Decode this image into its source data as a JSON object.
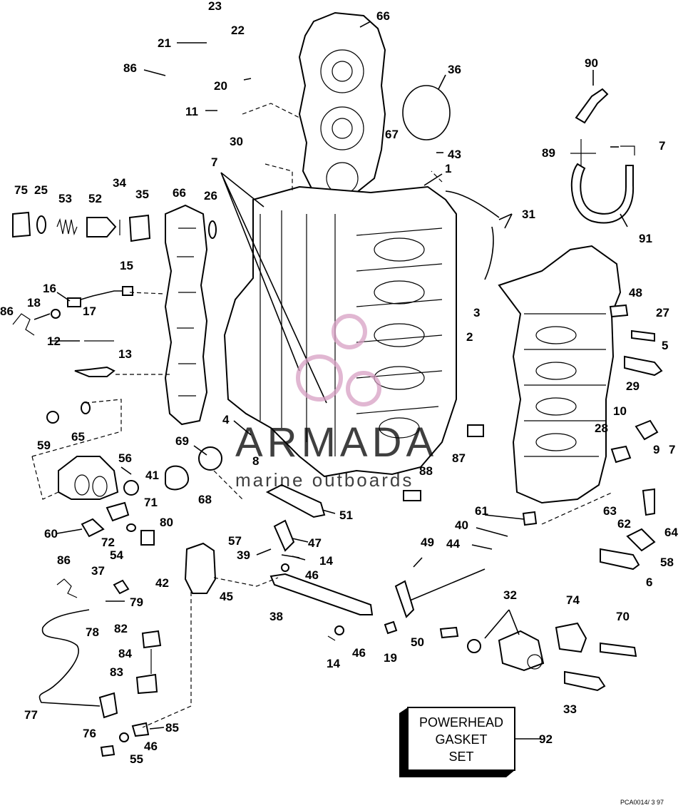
{
  "watermark": {
    "brand": "ARMADA",
    "tagline": "marine outboards"
  },
  "gasket_set": {
    "line1": "POWERHEAD",
    "line2": "GASKET",
    "line3": "SET",
    "callout": "92"
  },
  "footer_code": "PCA0014/   3 97",
  "callouts": [
    "23",
    "22",
    "21",
    "86",
    "20",
    "66",
    "36",
    "90",
    "11",
    "30",
    "67",
    "43",
    "7",
    "89",
    "7",
    "1",
    "75",
    "25",
    "53",
    "52",
    "34",
    "35",
    "66",
    "26",
    "31",
    "91",
    "15",
    "16",
    "17",
    "18",
    "86",
    "12",
    "13",
    "3",
    "48",
    "27",
    "2",
    "5",
    "29",
    "10",
    "59",
    "65",
    "4",
    "69",
    "28",
    "9",
    "7",
    "56",
    "41",
    "87",
    "71",
    "68",
    "8",
    "88",
    "60",
    "72",
    "80",
    "61",
    "63",
    "62",
    "64",
    "57",
    "51",
    "40",
    "44",
    "58",
    "54",
    "39",
    "47",
    "14",
    "49",
    "86",
    "37",
    "42",
    "46",
    "45",
    "6",
    "79",
    "78",
    "38",
    "32",
    "74",
    "82",
    "84",
    "50",
    "70",
    "19",
    "46",
    "14",
    "83",
    "33",
    "77",
    "76",
    "85",
    "46",
    "55"
  ]
}
